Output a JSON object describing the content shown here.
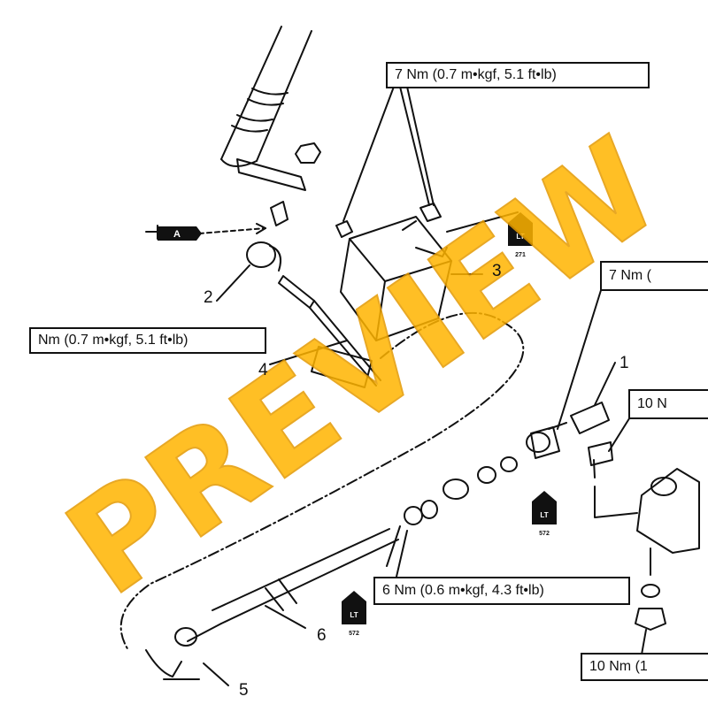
{
  "callouts": {
    "top": "7 Nm (0.7 m•kgf, 5.1 ft•lb)",
    "left": "Nm (0.7 m•kgf, 5.1 ft•lb)",
    "right_upper": "7 Nm (",
    "right_mid": "10 N",
    "bottom_mid": "6 Nm (0.6 m•kgf, 4.3 ft•lb)",
    "bottom_right": "10 Nm (1"
  },
  "part_numbers": [
    "1",
    "2",
    "3",
    "4",
    "5",
    "6"
  ],
  "badges": [
    {
      "code": "LT",
      "number": "271"
    },
    {
      "code": "LT",
      "number": "572"
    },
    {
      "code": "LT",
      "number": "572"
    }
  ],
  "arrow_label": "A",
  "watermark": "PREVIEW",
  "colors": {
    "watermark": "#FFB400",
    "line": "#111111"
  }
}
